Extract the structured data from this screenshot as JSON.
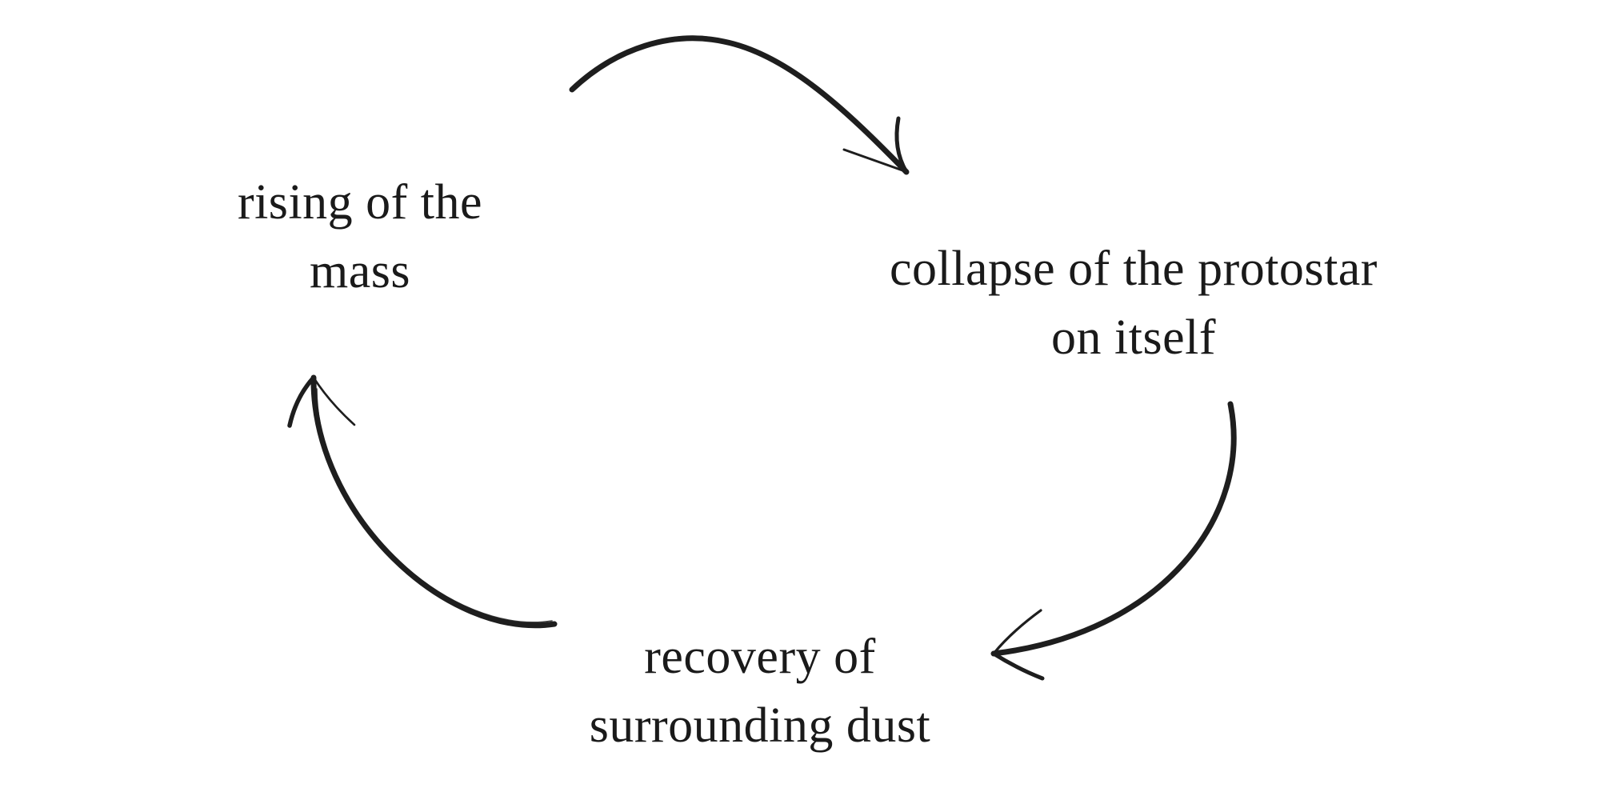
{
  "page": {
    "background": "#ffffff",
    "ink_color": "#1e1e1e",
    "text_color": "#1a1a1a"
  },
  "diagram": {
    "type": "cycle",
    "style": "hand-drawn curved arrows, thin elegant serif labels",
    "nodes": [
      {
        "id": "rising-of-the-mass",
        "line1": "rising of the",
        "line2": "mass"
      },
      {
        "id": "collapse-of-the-protostar",
        "line1": "collapse of the protostar",
        "line2": "on itself"
      },
      {
        "id": "recovery-of-surrounding-dust",
        "line1": "recovery of",
        "line2": "surrounding dust"
      }
    ],
    "edges": [
      {
        "from": "rising-of-the-mass",
        "to": "collapse-of-the-protostar",
        "arrow": "curved, clockwise, head points down-right"
      },
      {
        "from": "collapse-of-the-protostar",
        "to": "recovery-of-surrounding-dust",
        "arrow": "curved, clockwise, head points left"
      },
      {
        "from": "recovery-of-surrounding-dust",
        "to": "rising-of-the-mass",
        "arrow": "curved, clockwise, head points up"
      }
    ]
  }
}
